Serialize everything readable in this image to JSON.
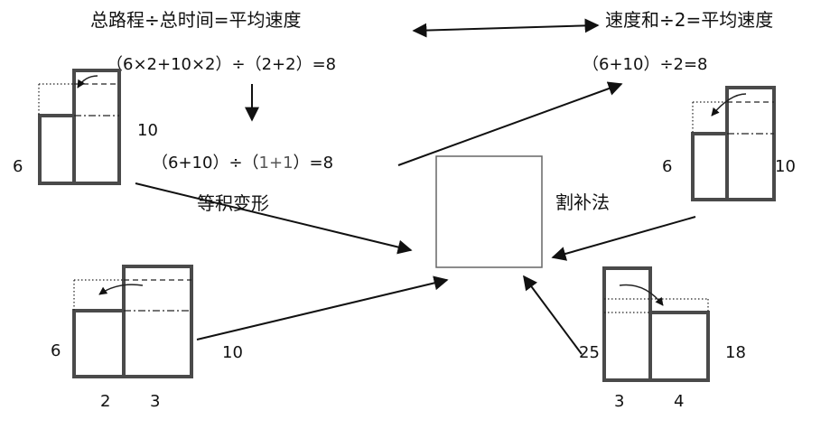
{
  "texts": {
    "formula_top_left": "总路程÷总时间=平均速度",
    "formula_top_right": "速度和÷2=平均速度",
    "calc_left": "（6×2+10×2）÷（2+2）=8",
    "calc_right": "（6+10）÷2=8",
    "calc_middle_a": "（6+10）÷（",
    "calc_middle_b": "1+1",
    "calc_middle_c": "）=8",
    "method_left": "等积变形",
    "method_right": "割补法"
  },
  "labels": {
    "tl_six": "6",
    "tl_ten": "10",
    "tr_six": "6",
    "tr_ten": "10",
    "bl_six": "6",
    "bl_ten": "10",
    "bl_two": "2",
    "bl_three": "3",
    "br_twentyfive": "25",
    "br_eighteen": "18",
    "br_three": "3",
    "br_four": "4"
  }
}
